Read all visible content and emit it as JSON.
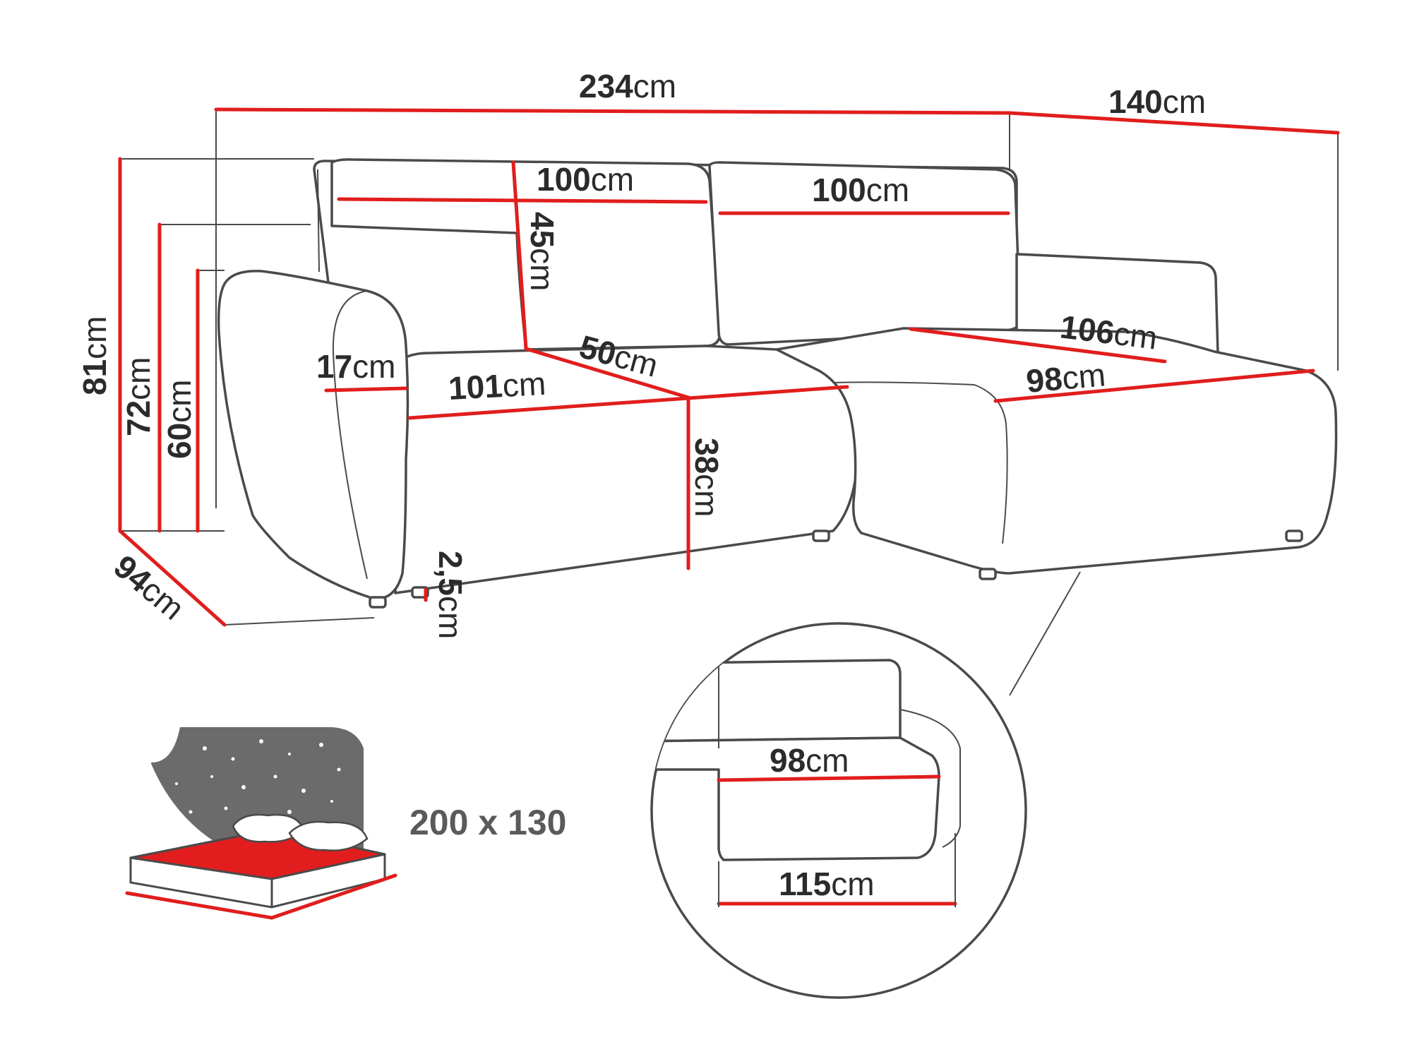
{
  "colors": {
    "dimension_line": "#e11d1d",
    "outline": "#4a4a4a",
    "bed_fill": "#e11d1d",
    "night_panel": "#6b6b6b"
  },
  "dimensions": {
    "total_width": {
      "num": "234",
      "unit": "cm"
    },
    "chaise_length": {
      "num": "140",
      "unit": "cm"
    },
    "cushion_left": {
      "num": "100",
      "unit": "cm"
    },
    "cushion_right": {
      "num": "100",
      "unit": "cm"
    },
    "cushion_height": {
      "num": "45",
      "unit": "cm"
    },
    "total_height": {
      "num": "81",
      "unit": "cm"
    },
    "back_height": {
      "num": "72",
      "unit": "cm"
    },
    "arm_height": {
      "num": "60",
      "unit": "cm"
    },
    "arm_width": {
      "num": "17",
      "unit": "cm"
    },
    "seat_width": {
      "num": "101",
      "unit": "cm"
    },
    "seat_depth": {
      "num": "50",
      "unit": "cm"
    },
    "seat_height": {
      "num": "38",
      "unit": "cm"
    },
    "chaise_depth": {
      "num": "106",
      "unit": "cm"
    },
    "chaise_width": {
      "num": "98",
      "unit": "cm"
    },
    "total_depth": {
      "num": "94",
      "unit": "cm"
    },
    "leg_height": {
      "num": "2,5",
      "unit": "cm"
    }
  },
  "detail": {
    "inner_width": {
      "num": "98",
      "unit": "cm"
    },
    "outer_width": {
      "num": "115",
      "unit": "cm"
    }
  },
  "sleeping_area": {
    "label": "200 x 130"
  },
  "icons": [
    "bed-icon",
    "star-icon",
    "moon-icon"
  ]
}
